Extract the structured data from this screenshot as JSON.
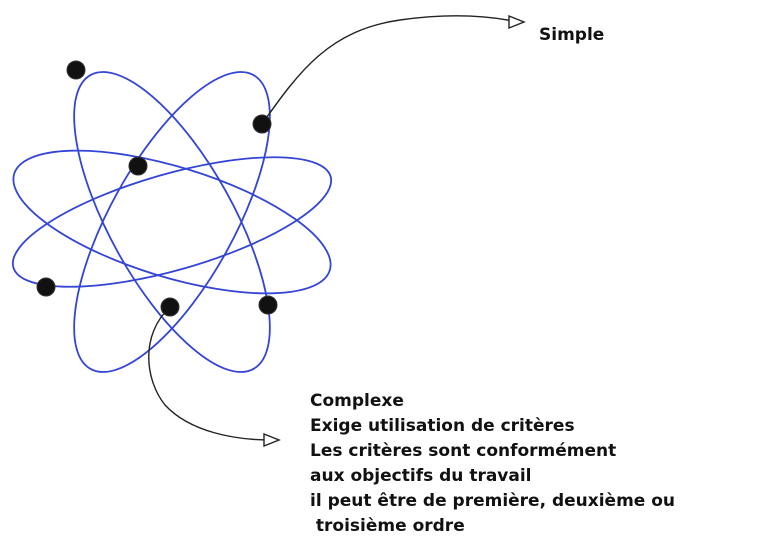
{
  "colors": {
    "orbit": "#3344d6",
    "electron": "#111111",
    "arrow": "#222222",
    "text": "#111111",
    "background": "#ffffff"
  },
  "labels": {
    "simple": "Simple",
    "complex_lines": [
      "Complexe",
      "Exige utilisation de critères",
      "Les critères sont conformément",
      "aux objectifs du travail",
      "il peut être de première, deuxième ou",
      " troisième ordre"
    ]
  }
}
